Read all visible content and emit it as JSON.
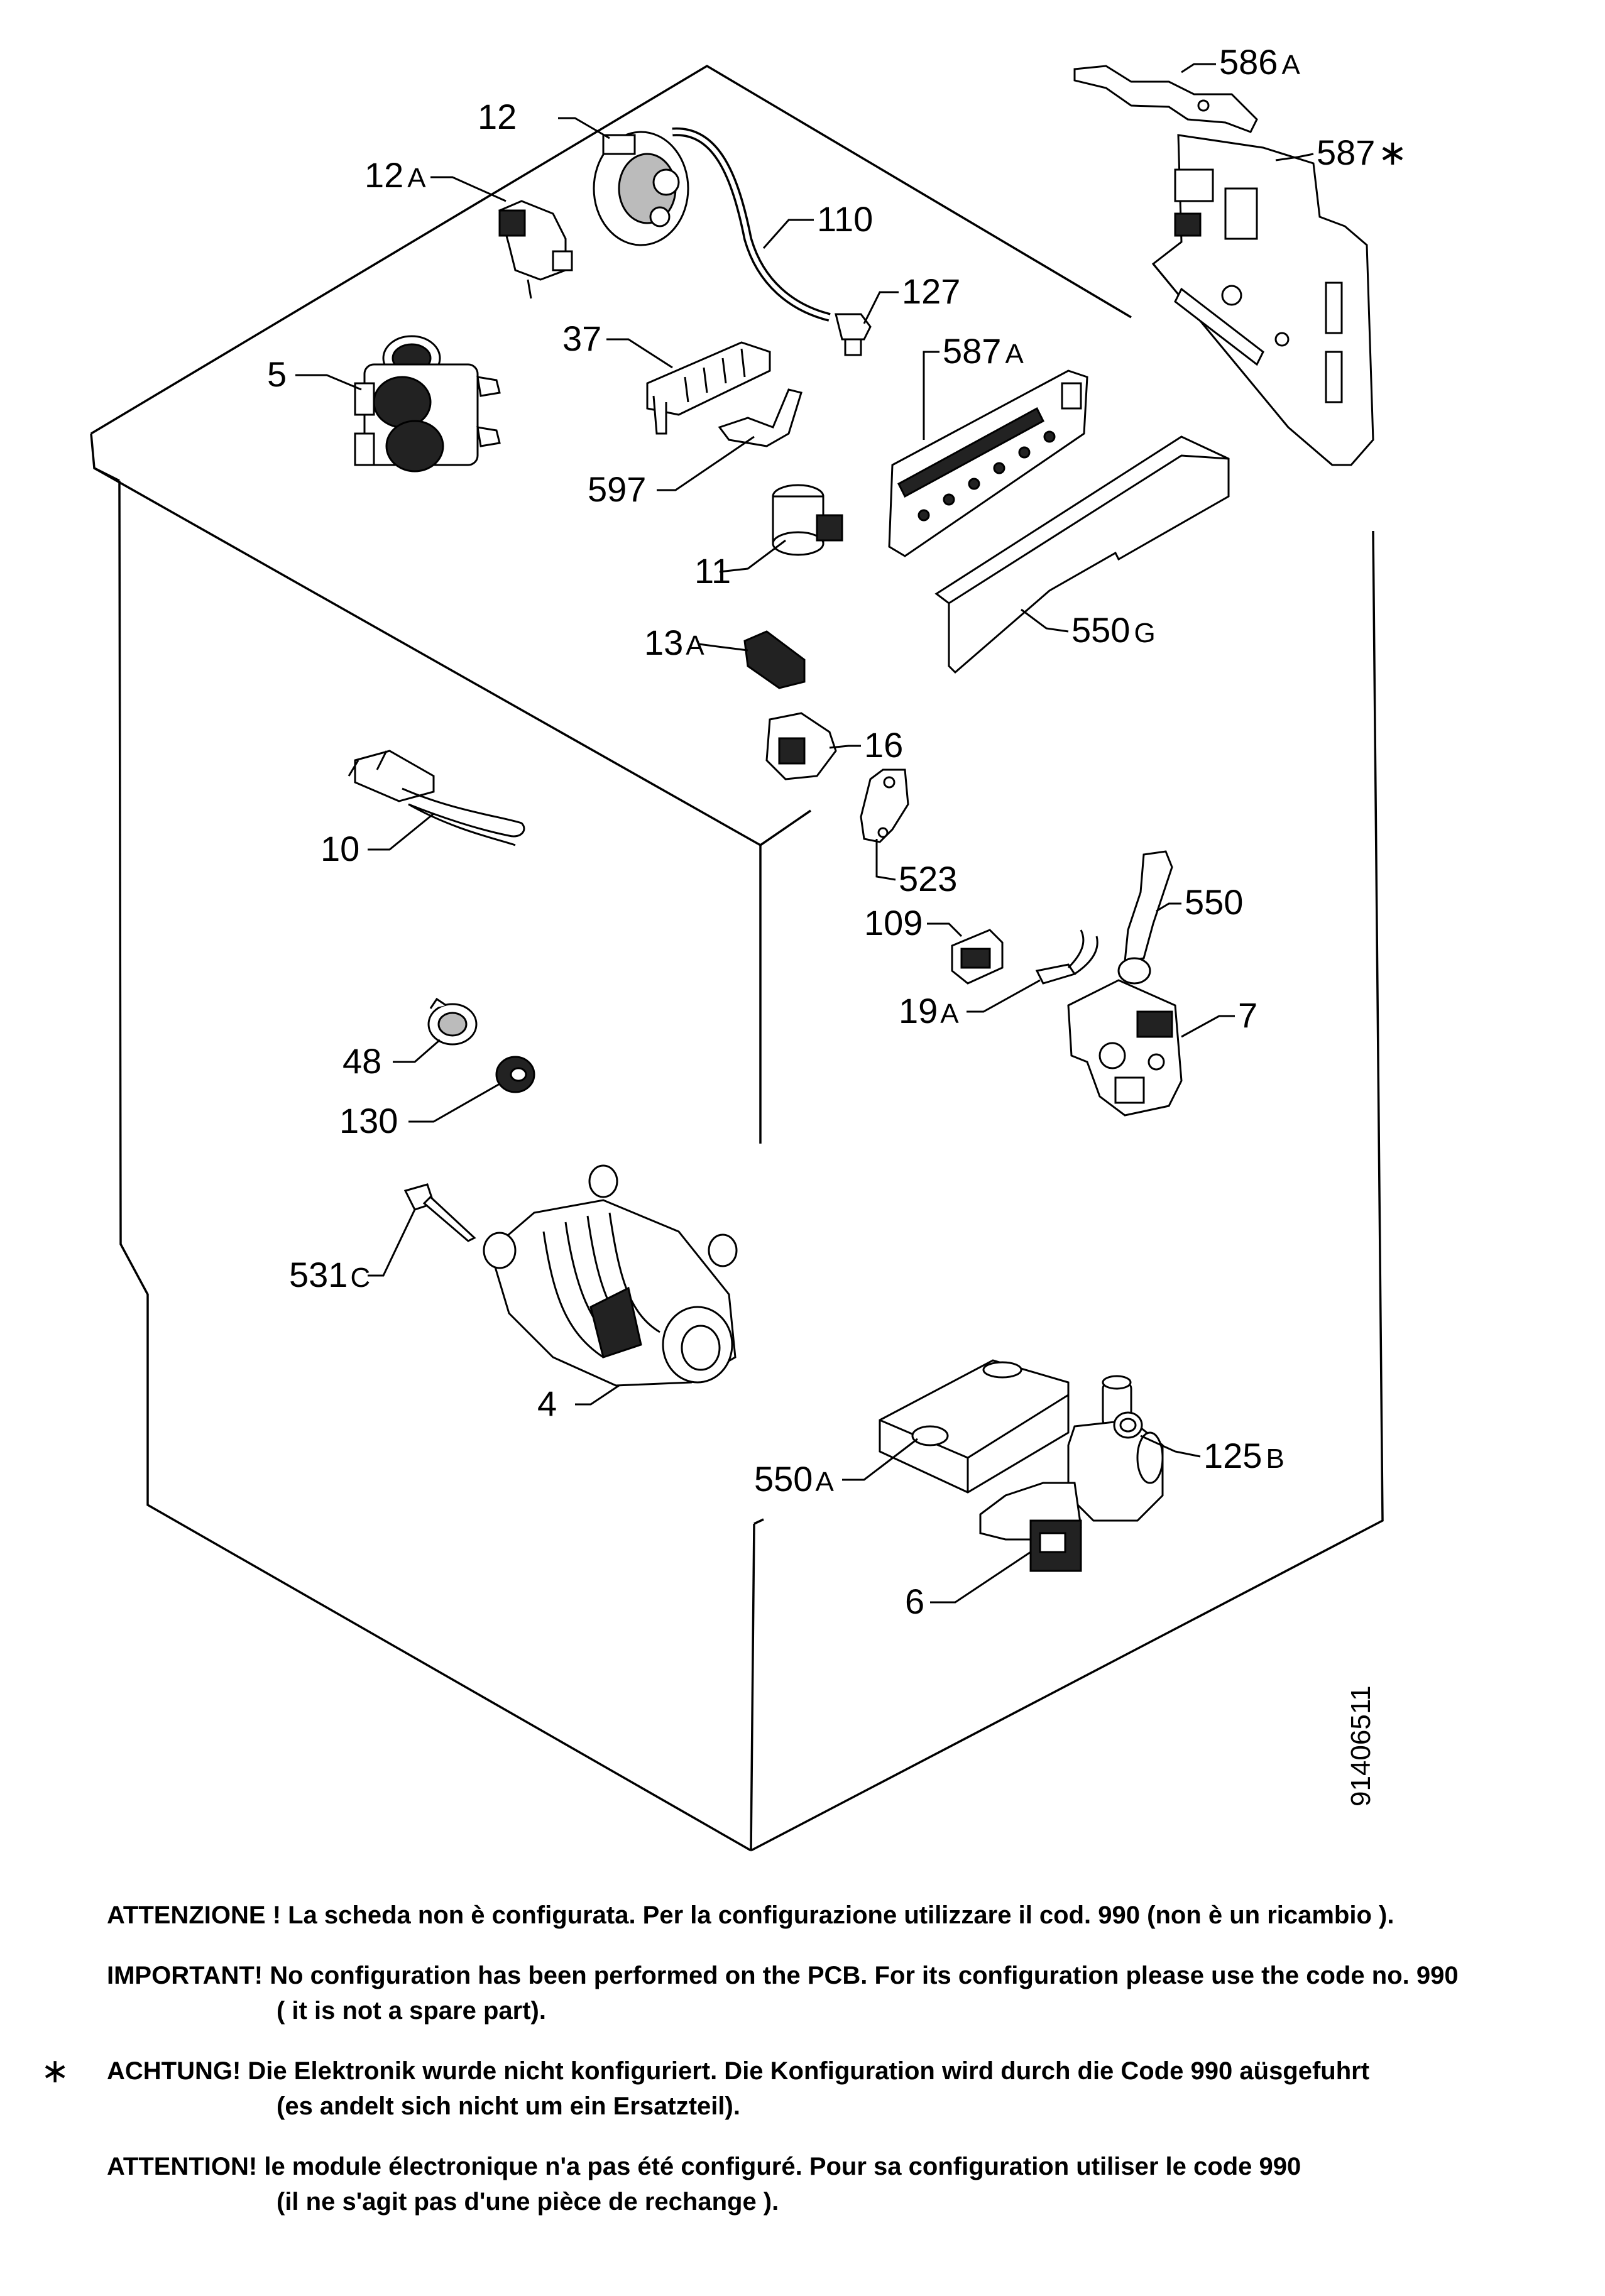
{
  "diagram": {
    "drawing_number": "91406511",
    "labels": {
      "l586a": "586",
      "l586a_suffix": "A",
      "l587": "587",
      "l587_star": "∗",
      "l12": "12",
      "l12a": "12",
      "l12a_suffix": "A",
      "l110": "110",
      "l127": "127",
      "l37": "37",
      "l587a": "587",
      "l587a_suffix": "A",
      "l5": "5",
      "l597": "597",
      "l11": "11",
      "l550g": "550",
      "l550g_suffix": "G",
      "l13a": "13",
      "l13a_suffix": "A",
      "l16": "16",
      "l10": "10",
      "l523": "523",
      "l109": "109",
      "l550": "550",
      "l19a": "19",
      "l19a_suffix": "A",
      "l7": "7",
      "l48": "48",
      "l130": "130",
      "l531c": "531",
      "l531c_suffix": "C",
      "l4": "4",
      "l125b": "125",
      "l125b_suffix": "B",
      "l550a": "550",
      "l550a_suffix": "A",
      "l6": "6"
    }
  },
  "notes": {
    "italian": "ATTENZIONE ! La scheda non è configurata. Per la configurazione utilizzare il cod. 990 (non è un ricambio ).",
    "english_1": "IMPORTANT! No configuration has been performed on the PCB. For its configuration please use the code no. 990",
    "english_2": "( it is not a spare part).",
    "german_star": "∗",
    "german_1": "ACHTUNG! Die Elektronik wurde nicht konfiguriert. Die Konfiguration wird durch die Code 990 aüsgefuhrt",
    "german_2": "(es andelt sich nicht um ein Ersatzteil).",
    "french_1": "ATTENTION! le module électronique n'a pas été configuré. Pour  sa configuration utiliser le code 990",
    "french_2": "(il ne s'agit pas d'une pièce de rechange )."
  }
}
